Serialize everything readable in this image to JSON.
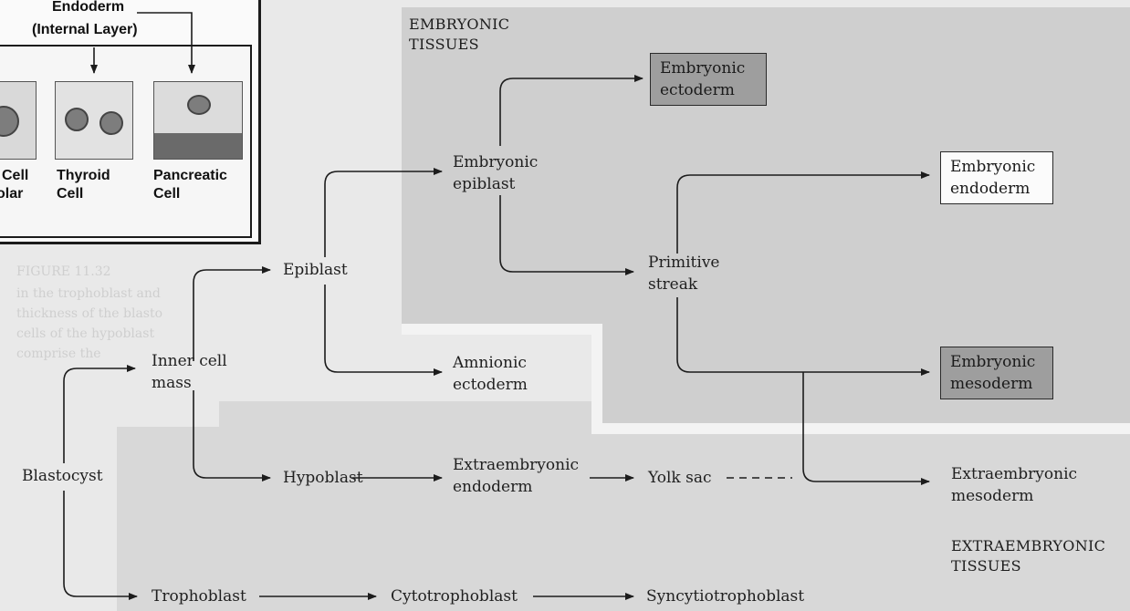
{
  "inset": {
    "title_line1": "Endoderm",
    "title_line2": "(Internal Layer)",
    "cells": [
      {
        "label_line1": "Cell",
        "label_line2": "olar"
      },
      {
        "label_line1": "Thyroid",
        "label_line2": "Cell"
      },
      {
        "label_line1": "Pancreatic",
        "label_line2": "Cell"
      }
    ]
  },
  "sections": {
    "embryonic_line1": "EMBRYONIC",
    "embryonic_line2": "TISSUES",
    "extra_line1": "EXTRAEMBRYONIC",
    "extra_line2": "TISSUES"
  },
  "nodes": {
    "blastocyst": "Blastocyst",
    "inner_cell_mass_1": "Inner cell",
    "inner_cell_mass_2": "mass",
    "trophoblast": "Trophoblast",
    "epiblast": "Epiblast",
    "hypoblast": "Hypoblast",
    "cytotrophoblast": "Cytotrophoblast",
    "syncytiotrophoblast": "Syncytiotrophoblast",
    "embryonic_epiblast_1": "Embryonic",
    "embryonic_epiblast_2": "epiblast",
    "amnionic_ectoderm_1": "Amnionic",
    "amnionic_ectoderm_2": "ectoderm",
    "extraembryonic_endoderm_1": "Extraembryonic",
    "extraembryonic_endoderm_2": "endoderm",
    "primitive_streak_1": "Primitive",
    "primitive_streak_2": "streak",
    "yolk_sac": "Yolk sac",
    "embryonic_ectoderm_1": "Embryonic",
    "embryonic_ectoderm_2": "ectoderm",
    "embryonic_endoderm_1": "Embryonic",
    "embryonic_endoderm_2": "endoderm",
    "embryonic_mesoderm_1": "Embryonic",
    "embryonic_mesoderm_2": "mesoderm",
    "extraembryonic_mesoderm_1": "Extraembryonic",
    "extraembryonic_mesoderm_2": "mesoderm"
  },
  "background_text": {
    "figure_caption": "FIGURE 11.32",
    "caption_lines": [
      "in the trophoblast and",
      "thickness of the blasto",
      "cells of the hypoblast",
      "comprise the"
    ]
  },
  "colors": {
    "embryonic_region": "#cfcfcf",
    "extraembryonic_region": "#d8d8d8",
    "dark_box": "#9e9e9e",
    "line": "#1c1c1c"
  }
}
